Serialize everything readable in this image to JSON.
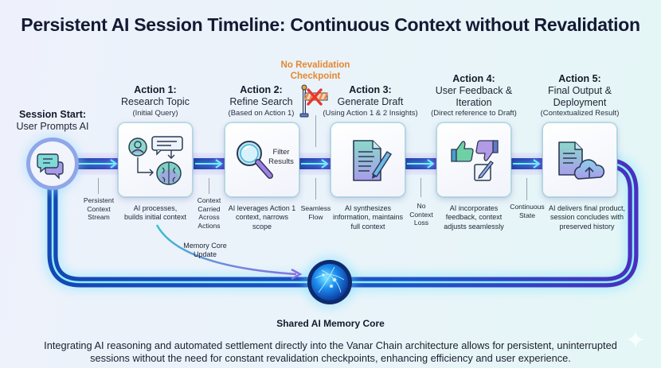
{
  "title": "Persistent AI Session Timeline: Continuous Context without Revalidation",
  "session_start": {
    "heading": "Session Start:",
    "subheading": "User Prompts AI",
    "icon": "chat-bubbles-icon"
  },
  "checkpoint": {
    "label_line1": "No Revalidation",
    "label_line2": "Checkpoint",
    "icon": "crossed-out-barrier-icon"
  },
  "actions": [
    {
      "heading": "Action 1:",
      "title_lines": [
        "Research Topic"
      ],
      "note": "(Initial Query)",
      "icon": "user-message-brain-icon",
      "description_lines": [
        "AI processes,",
        "builds initial context"
      ]
    },
    {
      "heading": "Action 2:",
      "title_lines": [
        "Refine Search"
      ],
      "note": "(Based on Action 1)",
      "icon": "magnifier-icon",
      "icon_text_line1": "Filter",
      "icon_text_line2": "Results",
      "description_lines": [
        "AI leverages Action 1",
        "context, narrows",
        "scope"
      ]
    },
    {
      "heading": "Action 3:",
      "title_lines": [
        "Generate Draft"
      ],
      "note": "(Using Action 1 & 2 Insights)",
      "icon": "document-pen-icon",
      "description_lines": [
        "AI synthesizes",
        "information, maintains",
        "full context"
      ]
    },
    {
      "heading": "Action 4:",
      "title_lines": [
        "User Feedback &",
        "Iteration"
      ],
      "note": "(Direct reference to Draft)",
      "icon": "thumbs-edit-icon",
      "description_lines": [
        "AI incorporates",
        "feedback, context",
        "adjusts seamlessly"
      ]
    },
    {
      "heading": "Action 5:",
      "title_lines": [
        "Final Output &",
        "Deployment"
      ],
      "note": "(Contextualized Result)",
      "icon": "document-cloud-upload-icon",
      "description_lines": [
        "AI delivers final product,",
        "session concludes with",
        "preserved history"
      ]
    }
  ],
  "connectors": [
    {
      "lines": [
        "Persistent",
        "Context",
        "Stream"
      ]
    },
    {
      "lines": [
        "Context",
        "Carried",
        "Across",
        "Actions"
      ]
    },
    {
      "lines": [
        "Seamless",
        "Flow"
      ]
    },
    {
      "lines": [
        "No",
        "Context",
        "Loss"
      ]
    },
    {
      "lines": [
        "Continuous",
        "State"
      ]
    }
  ],
  "memory_core": {
    "label": "Shared AI Memory Core",
    "update_line1": "Memory Core",
    "update_line2": "Update",
    "icon": "glowing-globe-icon"
  },
  "footer": {
    "line1": "Integrating AI reasoning and automated settlement directly into the Vanar Chain architecture allows for persistent, uninterrupted",
    "line2": "sessions without the need for constant revalidation checkpoints, enhancing efficiency and user experience."
  },
  "colors": {
    "pipe_dark": "#1f3fa8",
    "pipe_glow": "#3fd0ff",
    "pipe_purple": "#5a3fc8",
    "checkpoint_orange": "#e5872f",
    "card_border": "#a9ddd8",
    "cross_red": "#e8372f"
  }
}
